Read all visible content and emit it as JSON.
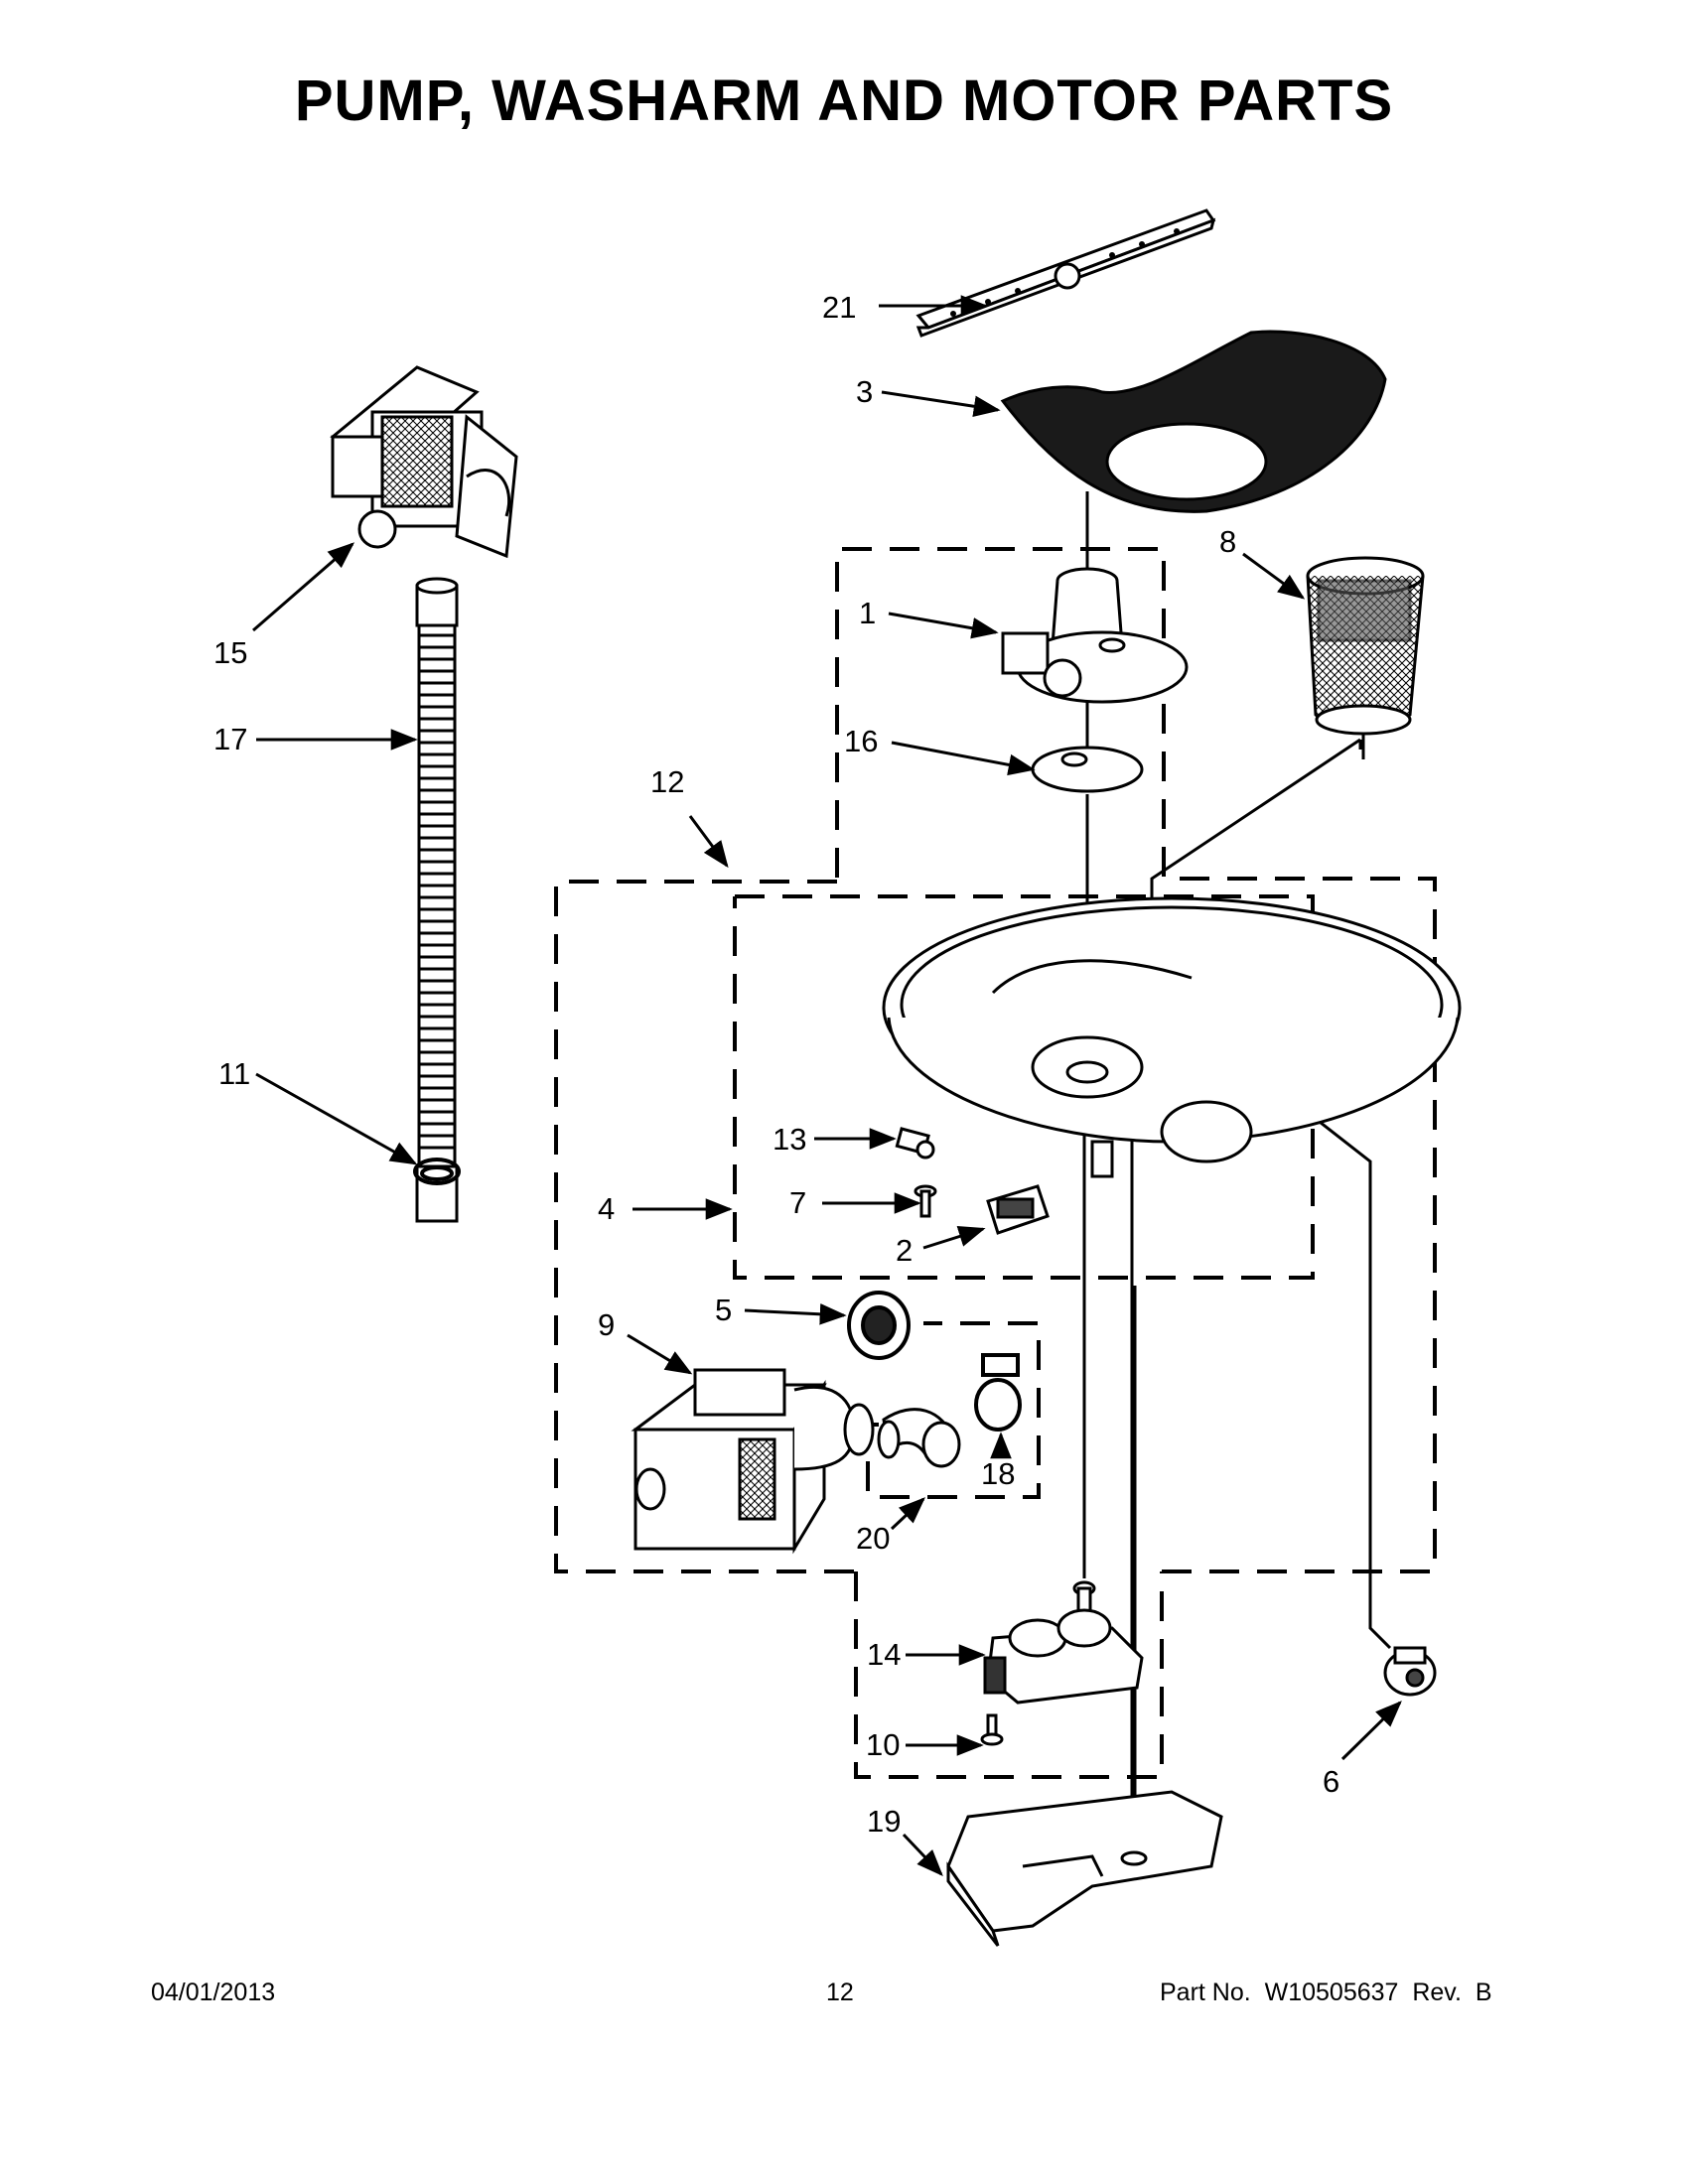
{
  "header": {
    "title": "PUMP, WASHARM AND MOTOR PARTS"
  },
  "callouts": {
    "c1": "1",
    "c2": "2",
    "c3": "3",
    "c4": "4",
    "c5": "5",
    "c6": "6",
    "c7": "7",
    "c8": "8",
    "c9": "9",
    "c10": "10",
    "c11": "11",
    "c12": "12",
    "c13": "13",
    "c14": "14",
    "c15": "15",
    "c16": "16",
    "c17": "17",
    "c18": "18",
    "c19": "19",
    "c20": "20",
    "c21": "21"
  },
  "footer": {
    "date": "04/01/2013",
    "page": "12",
    "part_label": "Part No.",
    "part_number": "W10505637",
    "rev_label": "Rev.",
    "rev": "B"
  }
}
